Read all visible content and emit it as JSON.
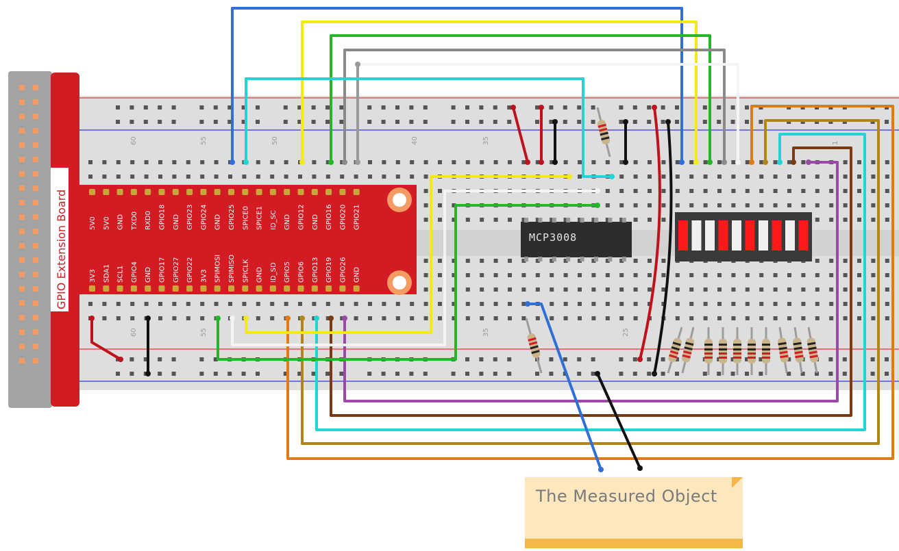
{
  "ext_board": {
    "title": "GPIO Extension Board",
    "colors": {
      "red": "#d31b23",
      "grey": "#a3a3a3",
      "pin": "#f49a63",
      "gold": "#c9a63a"
    }
  },
  "pins_top": [
    "5V0",
    "5V0",
    "GND",
    "TXD0",
    "RXD0",
    "GPIO18",
    "GND",
    "GPIO23",
    "GPIO24",
    "GND",
    "GPIO25",
    "SPICE0",
    "SPICE1",
    "ID_SC",
    "GND",
    "GPIO12",
    "GND",
    "GPIO16",
    "GPIO20",
    "GPIO21"
  ],
  "pins_bottom": [
    "3V3",
    "SDA1",
    "SCL1",
    "GPIO4",
    "GND",
    "GPIO17",
    "GPIO27",
    "GPIO22",
    "3V3",
    "SPIMOSI",
    "SPIMISO",
    "SPICLK",
    "GND",
    "ID_SD",
    "GPIO5",
    "GPIO6",
    "GPIO13",
    "GPIO19",
    "GPIO26",
    "GND"
  ],
  "column_numbers": [
    "60",
    "55",
    "50",
    "40",
    "35",
    "25",
    "1"
  ],
  "chip": {
    "label": "MCP3008",
    "color": "#2d2d2d"
  },
  "note": {
    "text": "The Measured Object"
  },
  "led_bar": {
    "pattern": [
      "red",
      "white",
      "white",
      "red",
      "white",
      "red",
      "white",
      "red",
      "white",
      "red"
    ]
  }
}
